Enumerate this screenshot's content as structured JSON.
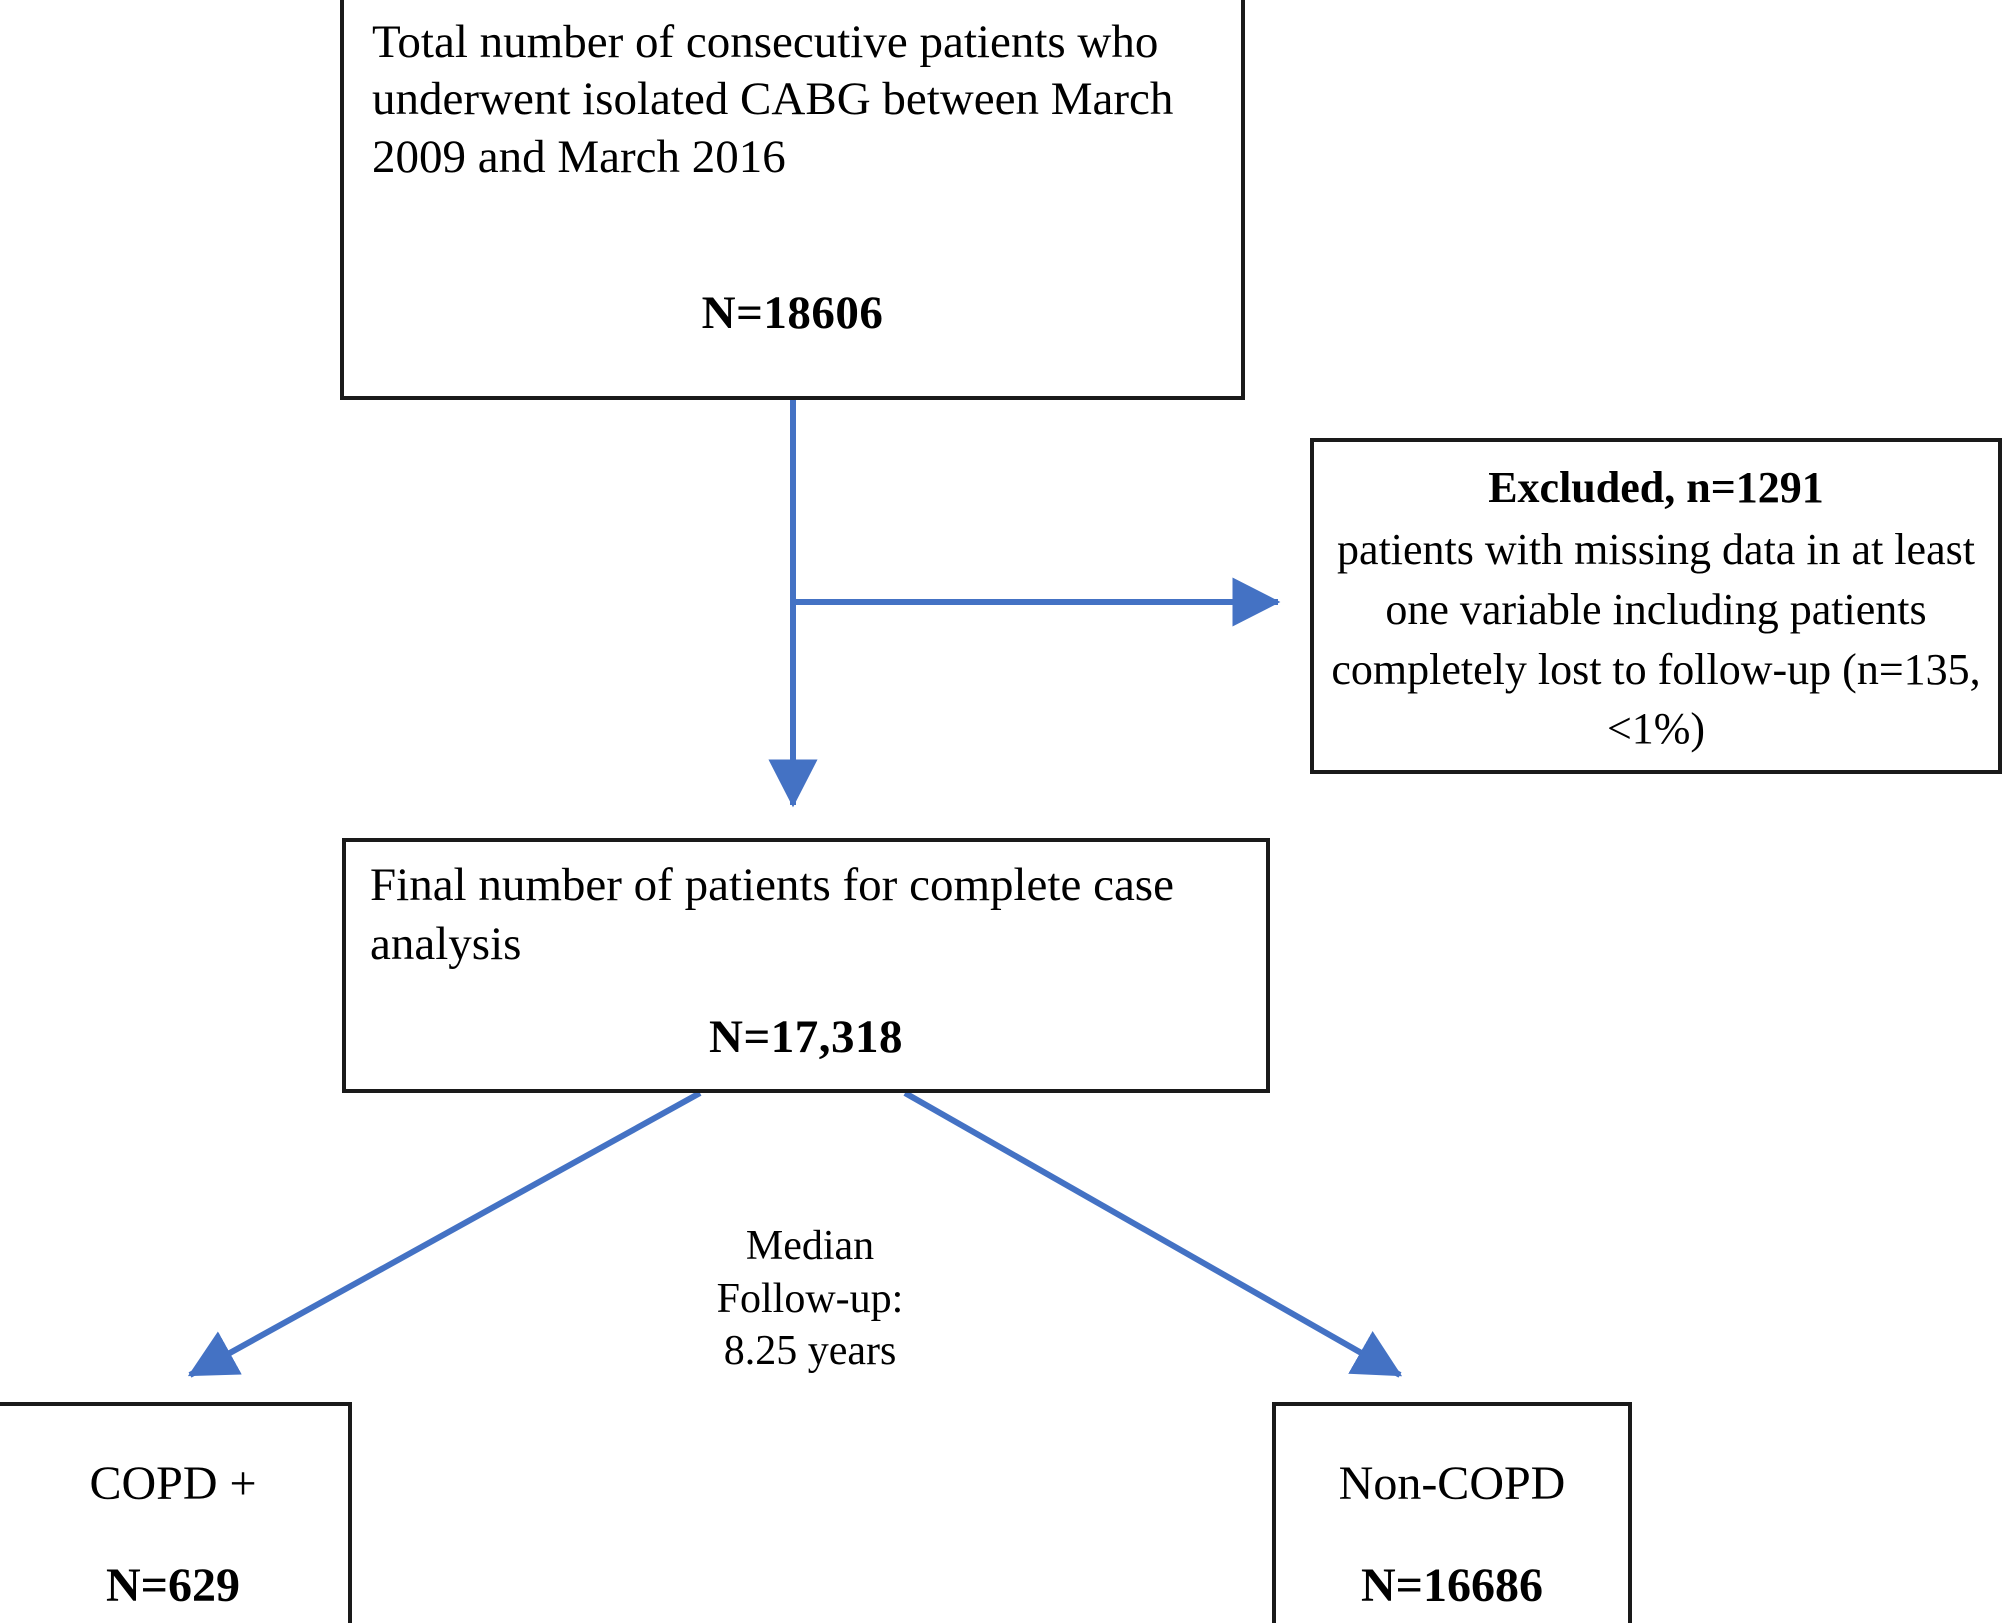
{
  "figure": {
    "type": "patient-flow-diagram",
    "accent_color": "#4472C4",
    "border_color": "#1a1a1a",
    "background_color": "#FFFFFF"
  },
  "boxes": {
    "total": {
      "body": "Total number of consecutive patients who underwent isolated CABG between March 2009 and March 2016",
      "count": "N=18606"
    },
    "excluded": {
      "title": "Excluded, n=1291",
      "body": "patients with missing data in at least one variable including patients completely lost to follow-up (n=135, <1%)"
    },
    "final": {
      "body": "Final number of patients for complete case analysis",
      "count": "N=17,318"
    },
    "copd_positive": {
      "label": "COPD +",
      "count": "N=629"
    },
    "non_copd": {
      "label": "Non-COPD",
      "count": "N=16686"
    }
  },
  "annotations": {
    "median_followup": "Median\nFollow-up:\n8.25 years"
  },
  "chart_data": {
    "type": "flowchart",
    "title": "CABG patient selection flow diagram",
    "nodes": [
      {
        "id": "total",
        "label": "Total number of consecutive patients who underwent isolated CABG between March 2009 and March 2016",
        "n": 18606,
        "n_label": "N=18606"
      },
      {
        "id": "excluded",
        "label": "Excluded, n=1291 patients with missing data in at least one variable including patients completely lost to follow-up (n=135, <1%)",
        "n": 1291,
        "n_label": "Excluded, n=1291",
        "lost_to_followup": 135,
        "lost_to_followup_pct": "<1%"
      },
      {
        "id": "final",
        "label": "Final number of patients for complete case analysis",
        "n": 17318,
        "n_label": "N=17,318"
      },
      {
        "id": "copd_positive",
        "label": "COPD +",
        "n": 629,
        "n_label": "N=629"
      },
      {
        "id": "non_copd",
        "label": "Non-COPD",
        "n": 16686,
        "n_label": "N=16686"
      }
    ],
    "edges": [
      {
        "from": "total",
        "to": "excluded",
        "label": ""
      },
      {
        "from": "total",
        "to": "final",
        "label": ""
      },
      {
        "from": "final",
        "to": "copd_positive",
        "label": "Median Follow-up: 8.25 years"
      },
      {
        "from": "final",
        "to": "non_copd",
        "label": "Median Follow-up: 8.25 years"
      }
    ],
    "median_followup_years": 8.25
  }
}
